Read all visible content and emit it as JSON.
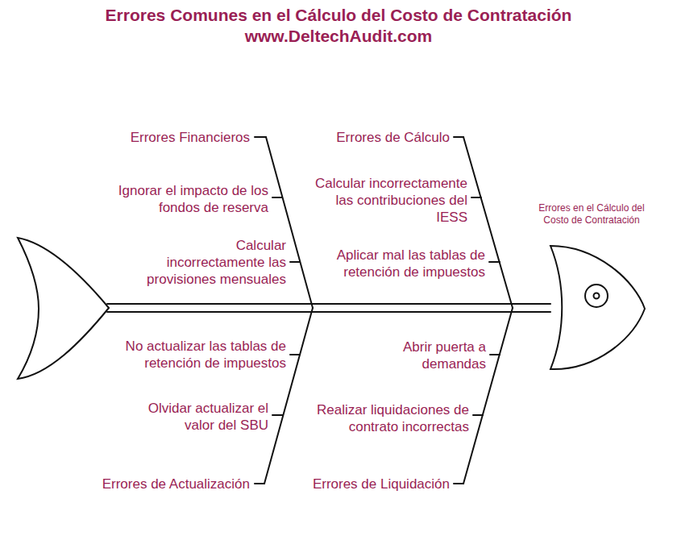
{
  "diagram": {
    "title": "Errores Comunes en el Cálculo del Costo de Contratación",
    "labels": [
      "www.DeltechAudit.com",
      "Errores en el Cálculo del Costo de Contratación",
      "Errores Financieros",
      "Ignorar el impacto de los fondos de reserva",
      "Calcular incorrectamente las provisiones mensuales",
      "Errores de Cálculo",
      "Calcular incorrectamente las contribuciones del IESS",
      "Aplicar mal las tablas de retención de impuestos",
      "No actualizar las tablas de retención de impuestos",
      "Olvidar actualizar el valor del SBU",
      "Errores de Actualización",
      "Abrir puerta a demandas",
      "Realizar liquidaciones de contrato incorrectas",
      "Errores de Liquidación"
    ]
  }
}
